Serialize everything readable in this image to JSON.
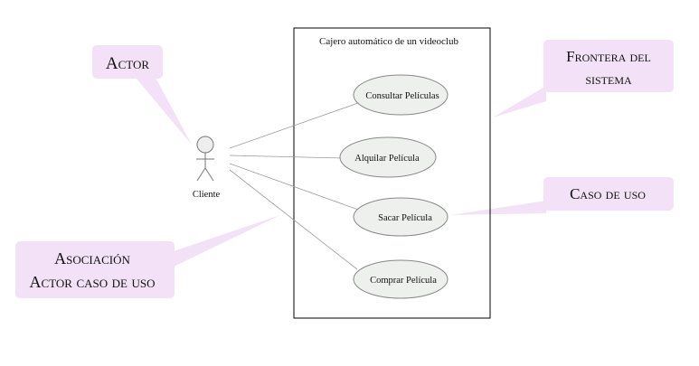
{
  "system": {
    "title": "Cajero automático de un videoclub"
  },
  "actor": {
    "label": "Cliente"
  },
  "use_cases": [
    {
      "label": "Consultar Películas"
    },
    {
      "label": "Alquilar Película"
    },
    {
      "label": "Sacar Película"
    },
    {
      "label": "Comprar Película"
    }
  ],
  "callouts": {
    "actor": {
      "text": "Actor"
    },
    "frontera": {
      "line1": "Frontera del",
      "line2": "sistema"
    },
    "caso": {
      "text": "Caso de uso"
    },
    "asociacion": {
      "line1": "Asociación",
      "line2": "Actor caso de uso"
    }
  },
  "colors": {
    "callout_fill": "#f3e1f7",
    "ellipse_fill": "#eef0ed",
    "line": "#9a9a9a"
  }
}
